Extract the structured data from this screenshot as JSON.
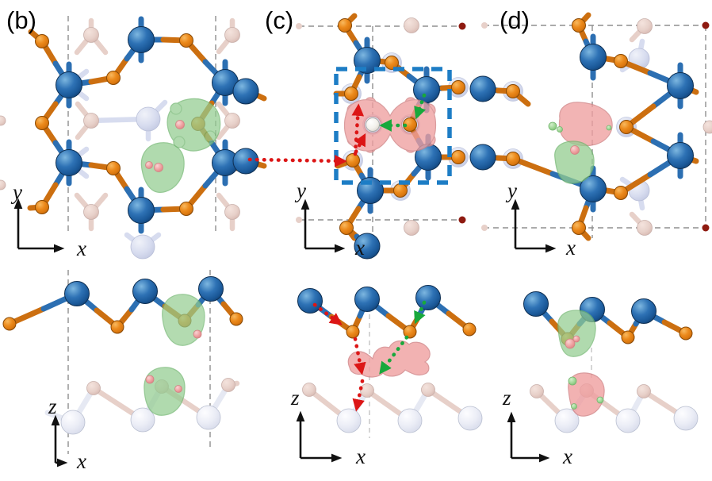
{
  "figure": {
    "type": "crystal-structure-charge-density-figure",
    "background": "#ffffff",
    "panels": [
      {
        "id": "b",
        "label": "(b)",
        "top_view": {
          "axis_vertical": "y",
          "axis_horizontal": "x"
        },
        "side_view": {
          "axis_vertical": "z",
          "axis_horizontal": "x"
        }
      },
      {
        "id": "c",
        "label": "(c)",
        "top_view": {
          "axis_vertical": "y",
          "axis_horizontal": "x"
        },
        "side_view": {
          "axis_vertical": "z",
          "axis_horizontal": "x"
        }
      },
      {
        "id": "d",
        "label": "(d)",
        "top_view": {
          "axis_vertical": "y",
          "axis_horizontal": "x"
        },
        "side_view": {
          "axis_vertical": "z",
          "axis_horizontal": "x"
        }
      }
    ],
    "colors": {
      "background": "#ffffff",
      "atom_blue": "#2166ab",
      "atom_orange": "#ec8a1c",
      "bond_blue": "#2c6fb2",
      "bond_orange": "#cc6f10",
      "back_atom_white": "#e9ecf5",
      "back_atom_pink": "#e7d0c9",
      "back_atom_lavender": "#d7dcef",
      "isosurface_green": "#93cd90",
      "isosurface_green_edge": "#6fb56d",
      "isosurface_pink": "#ef9fa0",
      "isosurface_pink_edge": "#d08284",
      "arrow_red": "#dc1616",
      "arrow_green": "#18a83c",
      "unit_cell_blue": "#1d7dc5",
      "dashed_line_gray": "#8f8f8f",
      "axis_color": "#111111"
    }
  }
}
